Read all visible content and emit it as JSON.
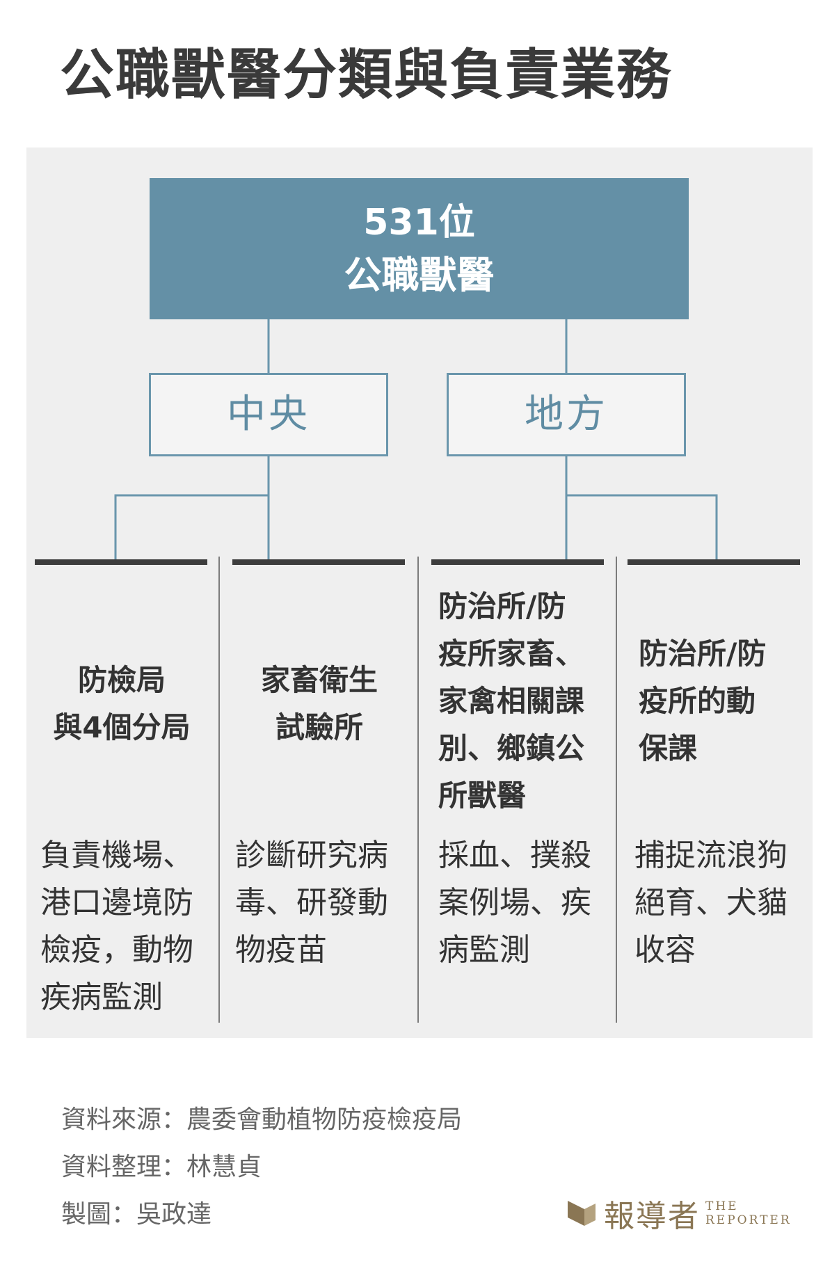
{
  "title": "公職獸醫分類與負責業務",
  "top": {
    "count": "531位",
    "label": "公職獸醫"
  },
  "branches": {
    "central": "中央",
    "local": "地方"
  },
  "columns": [
    {
      "head_lines": [
        "防檢局",
        "與4個分局"
      ],
      "desc": "負責機場、港口邊境防檢疫，動物疾病監測"
    },
    {
      "head_lines": [
        "家畜衛生",
        "試驗所"
      ],
      "desc": "診斷研究病毒、研發動物疫苗"
    },
    {
      "head_lines": [
        "防治所/防",
        "疫所家畜、",
        "家禽相關課",
        "別、鄉鎮公",
        "所獸醫"
      ],
      "desc": "採血、撲殺案例場、疾病監測"
    },
    {
      "head_lines": [
        "防治所/防",
        "疫所的動",
        "保課"
      ],
      "desc": "捕捉流浪狗絕育、犬貓收容"
    }
  ],
  "footer": {
    "source": "資料來源：農委會動植物防疫檢疫局",
    "compiled": "資料整理：林慧貞",
    "designed": "製圖：吳政達"
  },
  "logo": {
    "cn": "報導者",
    "en_line1": "THE",
    "en_line2": "REPORTER"
  },
  "colors": {
    "top_box": "#6490a6",
    "connector": "#6a96ac",
    "panel": "#efefef",
    "bar": "#3d3d3d",
    "logo": "#8a7654"
  }
}
